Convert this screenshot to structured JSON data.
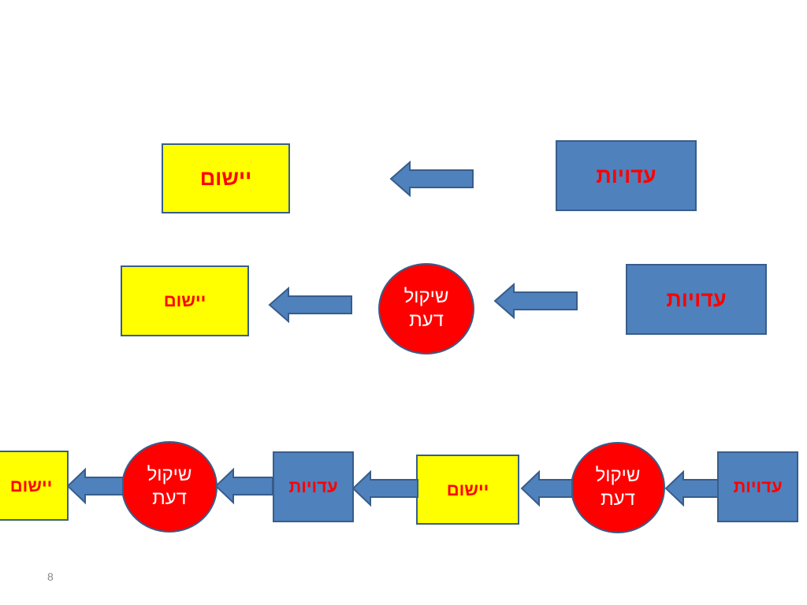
{
  "colors": {
    "blue_box": "#4f81bd",
    "yellow_box": "#ffff00",
    "circle": "#ff0000",
    "text_red": "#ff0000",
    "text_white": "#ffffff",
    "outline": "#385d8a"
  },
  "row1": {
    "source": "עדויות",
    "target": "יישום"
  },
  "row2": {
    "source": "עדויות",
    "judgment": [
      "שיקול",
      "דעת"
    ],
    "target": "יישום"
  },
  "row3": {
    "evidence_1": "עדויות",
    "judgment_1": [
      "שיקול",
      "דעת"
    ],
    "application_1": "יישום",
    "evidence_2": "עדויות",
    "judgment_2": [
      "שיקול",
      "דעת"
    ],
    "application_2": "יישום"
  },
  "page_number": "8"
}
